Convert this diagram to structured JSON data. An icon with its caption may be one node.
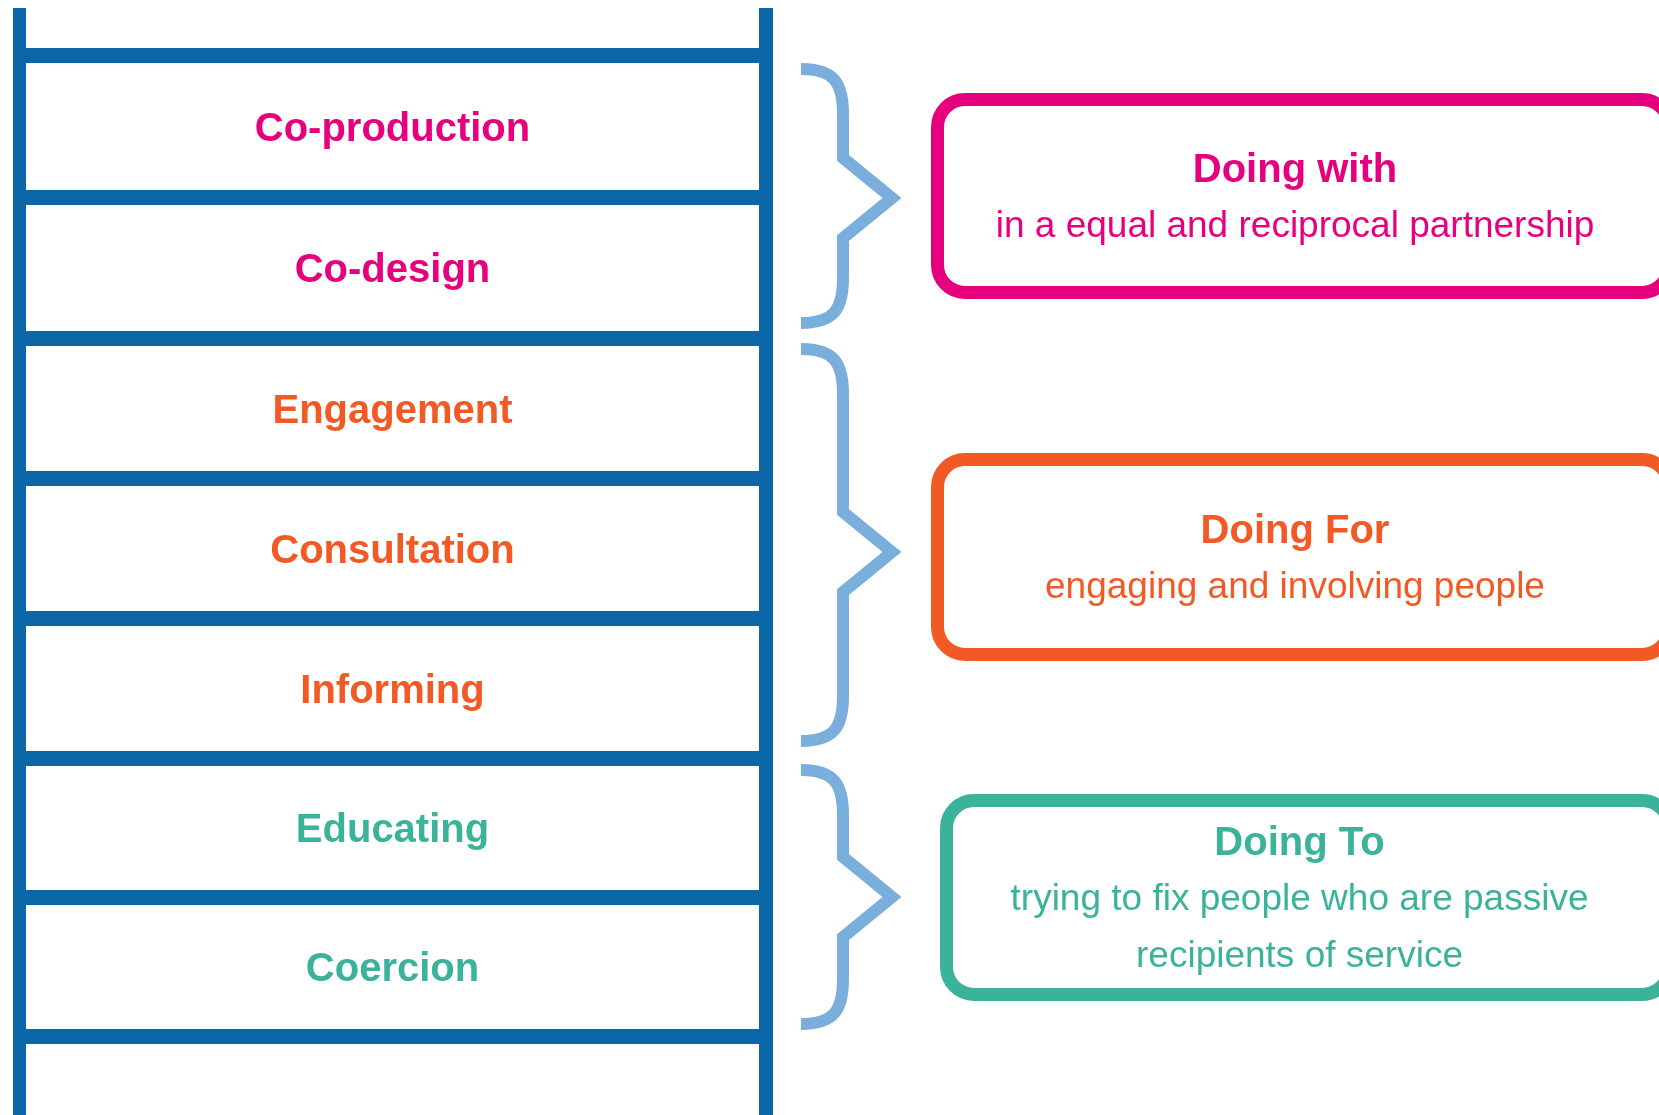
{
  "diagram": {
    "nodes": [
      {
        "text": [
          "Co-production"
        ]
      },
      {
        "text": [
          "Co-design"
        ]
      },
      {
        "text": [
          "Engagement"
        ]
      },
      {
        "text": [
          "Consultation"
        ]
      },
      {
        "text": [
          "Informing"
        ]
      },
      {
        "text": [
          "Educating"
        ]
      },
      {
        "text": [
          "Coercion"
        ]
      },
      {
        "text": [
          "Doing with",
          "in a equal and reciprocal partnership"
        ]
      },
      {
        "text": [
          "Doing For",
          "engaging and involving people"
        ]
      },
      {
        "text": [
          "Doing To",
          "trying to fix people who are passive recipients of service"
        ]
      }
    ]
  }
}
